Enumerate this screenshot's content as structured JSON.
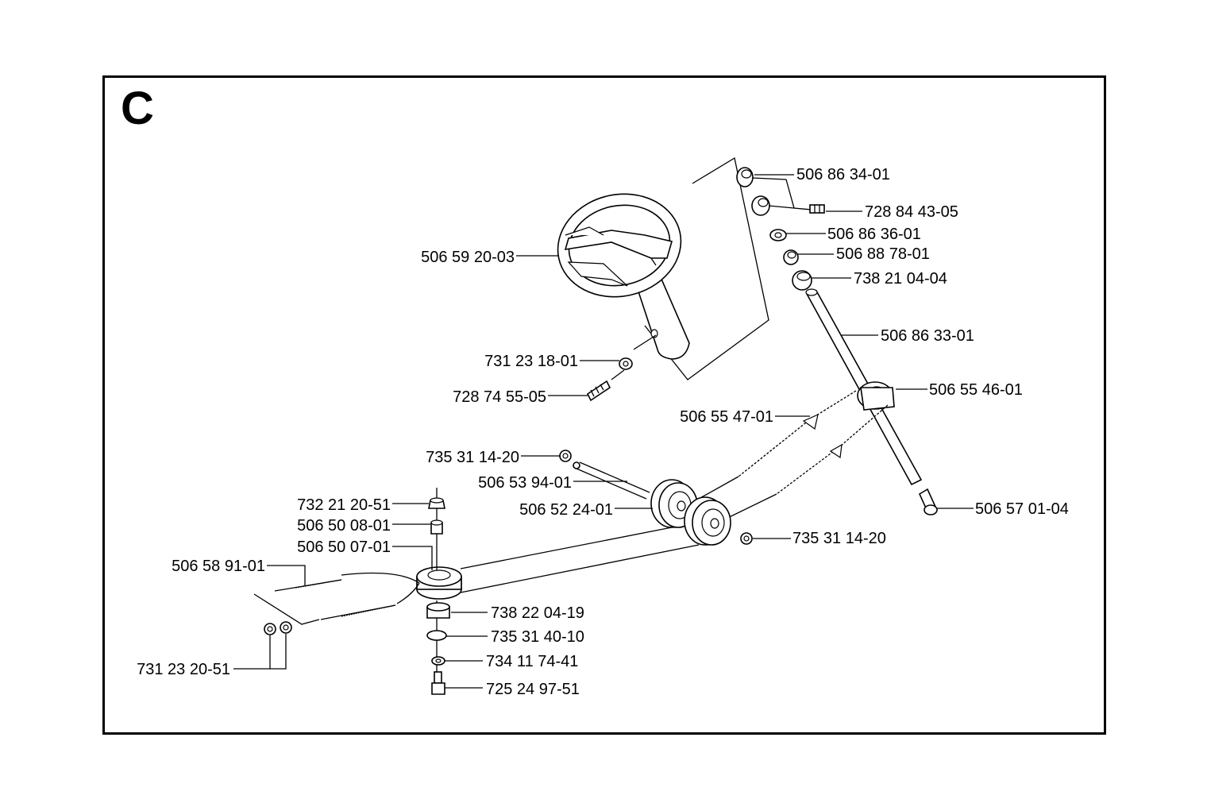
{
  "section": {
    "letter": "C"
  },
  "parts": [
    {
      "id": "p1",
      "number": "506 86 34-01"
    },
    {
      "id": "p2",
      "number": "728 84 43-05"
    },
    {
      "id": "p3",
      "number": "506 86 36-01"
    },
    {
      "id": "p4",
      "number": "506 88 78-01"
    },
    {
      "id": "p5",
      "number": "738 21 04-04"
    },
    {
      "id": "p6",
      "number": "506 86 33-01"
    },
    {
      "id": "p7",
      "number": "506 55 46-01"
    },
    {
      "id": "p8",
      "number": "506 55 47-01"
    },
    {
      "id": "p9",
      "number": "506 59 20-03"
    },
    {
      "id": "p10",
      "number": "731 23 18-01"
    },
    {
      "id": "p11",
      "number": "728 74 55-05"
    },
    {
      "id": "p12",
      "number": "735 31 14-20"
    },
    {
      "id": "p13",
      "number": "506 53 94-01"
    },
    {
      "id": "p14",
      "number": "506 52 24-01"
    },
    {
      "id": "p15",
      "number": "735 31 14-20"
    },
    {
      "id": "p16",
      "number": "506 57 01-04"
    },
    {
      "id": "p17",
      "number": "732 21 20-51"
    },
    {
      "id": "p18",
      "number": "506 50 08-01"
    },
    {
      "id": "p19",
      "number": "506 50 07-01"
    },
    {
      "id": "p20",
      "number": "506 58 91-01"
    },
    {
      "id": "p21",
      "number": "738 22 04-19"
    },
    {
      "id": "p22",
      "number": "735 31 40-10"
    },
    {
      "id": "p23",
      "number": "734 11 74-41"
    },
    {
      "id": "p24",
      "number": "725 24 97-51"
    },
    {
      "id": "p25",
      "number": "731 23 20-51"
    }
  ]
}
